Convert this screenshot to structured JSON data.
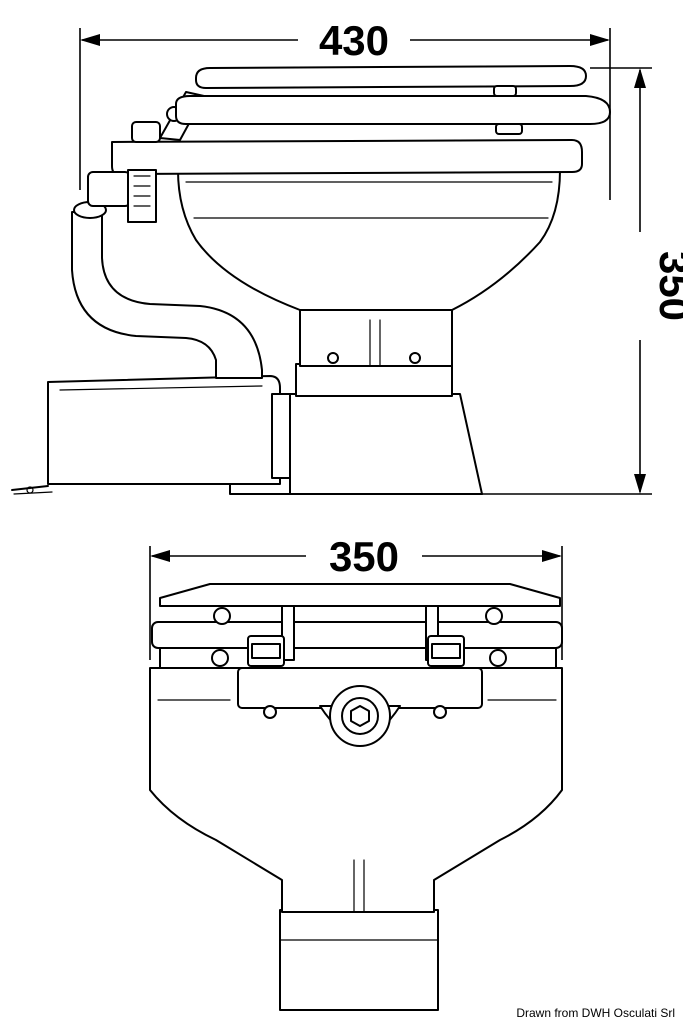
{
  "dimensions": {
    "side_width": "430",
    "side_height": "350",
    "front_width": "350"
  },
  "credit": "Drawn from DWH Osculati Srl"
}
